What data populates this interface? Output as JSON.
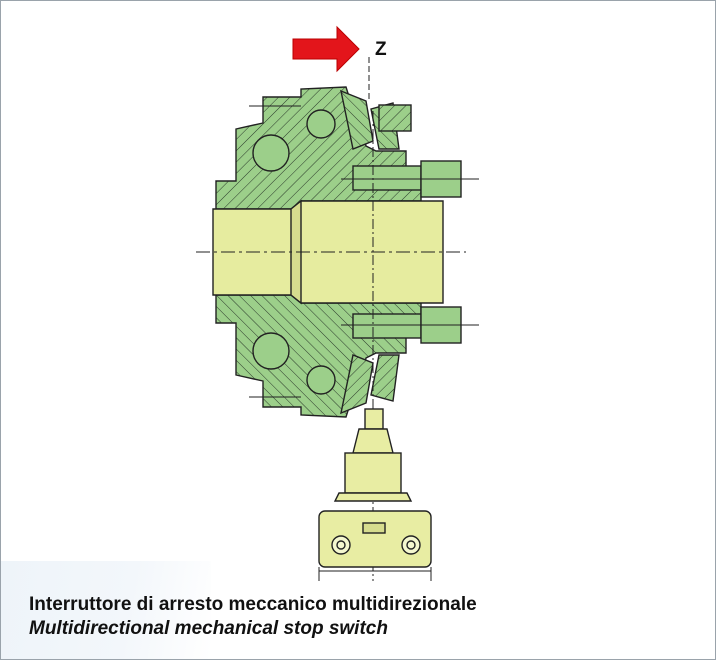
{
  "figure": {
    "arrow_label": "Z",
    "caption_it": "Interruttore di arresto meccanico multidirezionale",
    "caption_en": "Multidirectional mechanical stop switch"
  },
  "colors": {
    "hub_green": "#9ccf8a",
    "bore_yellow": "#e6ec9f",
    "switch_yellow": "#e8eda3",
    "arrow_red": "#e3151b",
    "line": "#222222"
  }
}
